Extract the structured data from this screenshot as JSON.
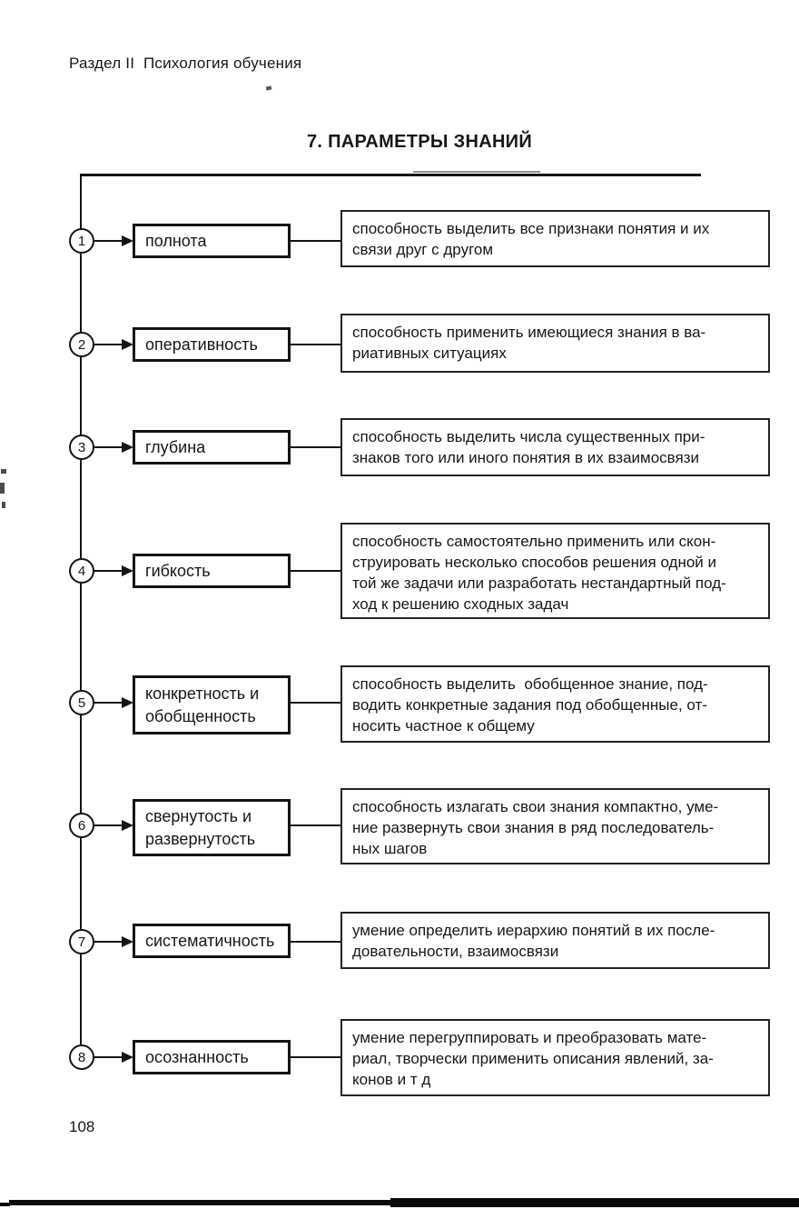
{
  "header": {
    "section": "Раздел II  Психология обучения"
  },
  "title": "7. ПАРАМЕТРЫ ЗНАНИЙ",
  "footer": {
    "page_number": "108"
  },
  "colors": {
    "ink": "#141414",
    "paper": "#ffffff"
  },
  "diagram": {
    "rows": [
      {
        "num": "1",
        "label": "полнота",
        "description": "способность выделить все признаки понятия и их\nсвязи друг с другом"
      },
      {
        "num": "2",
        "label": "оперативность",
        "description": "способность применить имеющиеся знания в ва-\nриативных ситуациях"
      },
      {
        "num": "3",
        "label": "глубина",
        "description": "способность выделить числа существенных при-\nзнаков того или иного понятия в их взаимосвязи"
      },
      {
        "num": "4",
        "label": "гибкость",
        "description": "способность самостоятельно применить или скон-\nструировать несколько способов решения одной и\nтой же задачи или разработать нестандартный под-\nход к решению сходных задач"
      },
      {
        "num": "5",
        "label": "конкретность и\nобобщенность",
        "description": "способность выделить  обобщенное знание, под-\nводить конкретные задания под обобщенные, от-\nносить частное к общему"
      },
      {
        "num": "6",
        "label": "свернутость и\nразвернутость",
        "description": "способность излагать свои знания компактно, уме-\nние развернуть свои знания в ряд последователь-\nных шагов"
      },
      {
        "num": "7",
        "label": "систематичность",
        "description": "умение определить иерархию понятий в их после-\nдовательности, взаимосвязи"
      },
      {
        "num": "8",
        "label": "осознанность",
        "description": "умение перегруппировать и преобразовать мате-\nриал, творчески применить описания явлений, за-\nконов и т д"
      }
    ]
  }
}
